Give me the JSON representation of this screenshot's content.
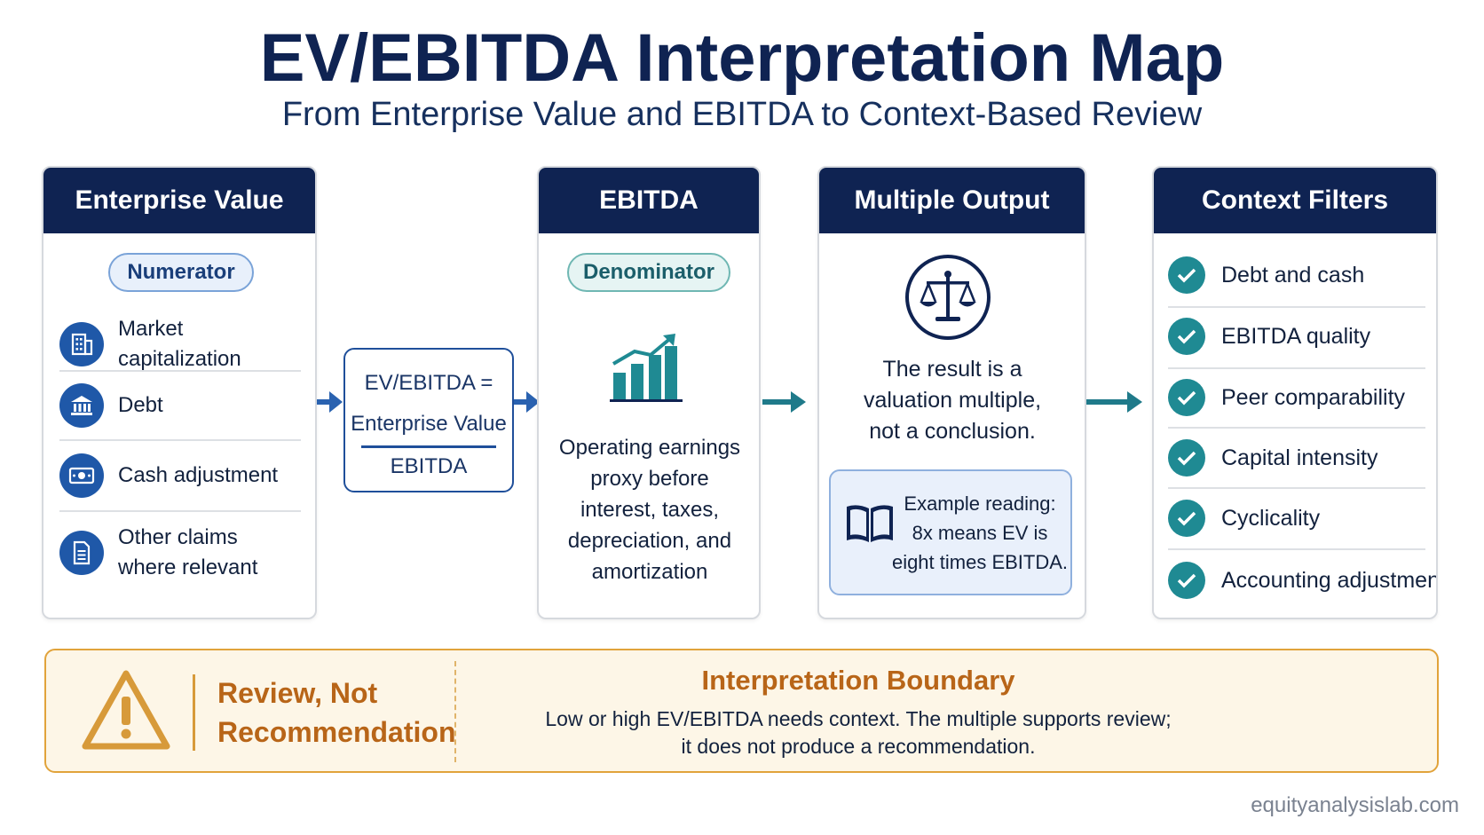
{
  "header": {
    "title": "EV/EBITDA Interpretation Map",
    "subtitle": "From Enterprise Value and EBITDA to Context-Based Review"
  },
  "enterprise_value": {
    "heading": "Enterprise Value",
    "badge": "Numerator",
    "items": [
      {
        "label": "Market capitalization",
        "icon": "building-icon"
      },
      {
        "label": "Debt",
        "icon": "bank-icon"
      },
      {
        "label": "Cash adjustment",
        "icon": "cash-icon"
      },
      {
        "label": "Other claims where relevant",
        "icon": "document-icon"
      }
    ]
  },
  "formula": {
    "line1": "EV/EBITDA =",
    "numerator": "Enterprise Value",
    "denominator": "EBITDA"
  },
  "ebitda": {
    "heading": "EBITDA",
    "badge": "Denominator",
    "icon": "growth-chart-icon",
    "description": "Operating earnings proxy before interest, taxes, depreciation, and amortization"
  },
  "multiple_output": {
    "heading": "Multiple Output",
    "icon": "scales-icon",
    "description": "The result is a valuation multiple, not a conclusion.",
    "example_icon": "book-icon",
    "example": "Example reading: 8x means EV is eight times EBITDA."
  },
  "context_filters": {
    "heading": "Context Filters",
    "items": [
      "Debt and cash",
      "EBITDA quality",
      "Peer comparability",
      "Capital intensity",
      "Cyclicality",
      "Accounting adjustments"
    ]
  },
  "boundary": {
    "icon": "warning-icon",
    "label_line1": "Review, Not",
    "label_line2": "Recommendation",
    "title": "Interpretation Boundary",
    "body_line1": "Low or high EV/EBITDA needs context. The multiple supports review;",
    "body_line2": "it does not produce a recommendation."
  },
  "footer": {
    "site": "equityanalysislab.com"
  },
  "colors": {
    "navy": "#0f2352",
    "blue": "#1f58a8",
    "teal": "#1f8a93",
    "amber": "#b86518"
  }
}
